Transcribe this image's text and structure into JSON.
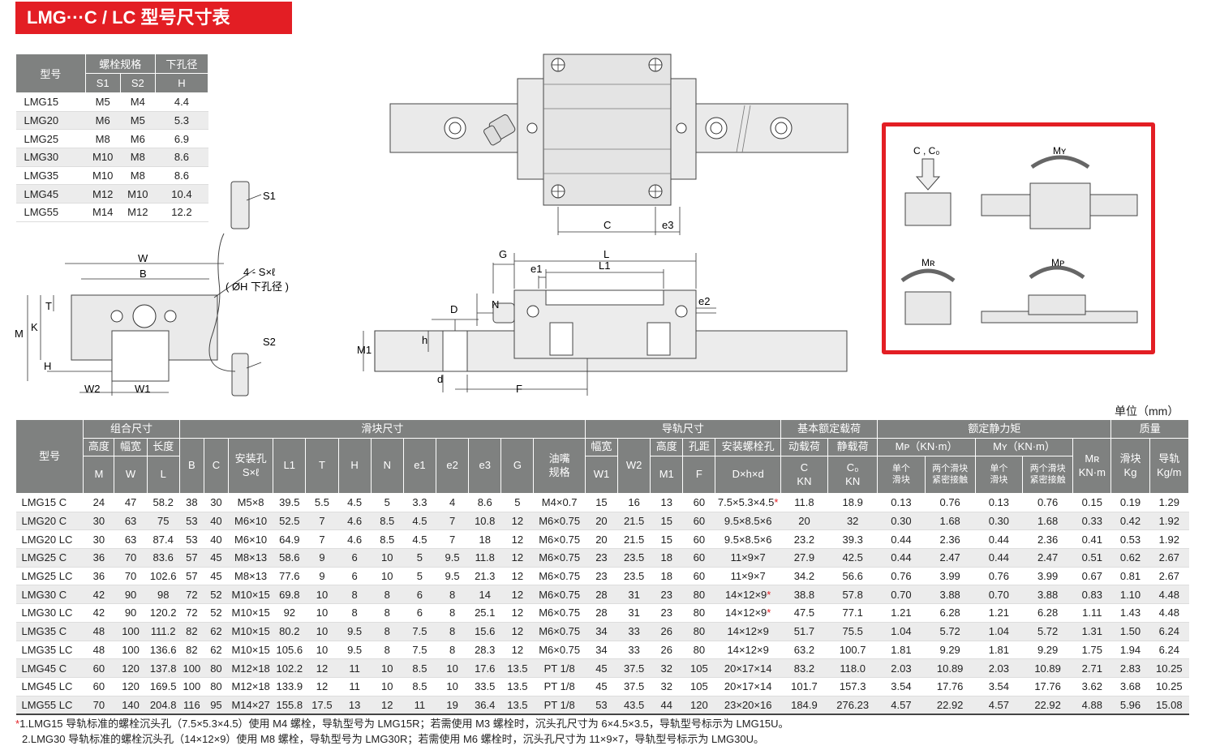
{
  "title": "LMG···C / LC 型号尺寸表",
  "bolt_table": {
    "headers": {
      "model": "型号",
      "bolt_spec": "螺栓规格",
      "hole": "下孔径",
      "s1": "S1",
      "s2": "S2",
      "h": "H"
    },
    "rows": [
      [
        "LMG15",
        "M5",
        "M4",
        "4.4"
      ],
      [
        "LMG20",
        "M6",
        "M5",
        "5.3"
      ],
      [
        "LMG25",
        "M8",
        "M6",
        "6.9"
      ],
      [
        "LMG30",
        "M10",
        "M8",
        "8.6"
      ],
      [
        "LMG35",
        "M10",
        "M8",
        "8.6"
      ],
      [
        "LMG45",
        "M12",
        "M10",
        "10.4"
      ],
      [
        "LMG55",
        "M14",
        "M12",
        "12.2"
      ]
    ]
  },
  "drawing_labels": {
    "top": {
      "c": "C",
      "e3": "e3"
    },
    "side": {
      "g": "G",
      "l": "L",
      "e1": "e1",
      "l1": "L1",
      "n": "N",
      "e2": "e2",
      "d_big": "D",
      "h_small": "h",
      "m1": "M1",
      "d_small": "d",
      "f": "F"
    },
    "end": {
      "w": "W",
      "b": "B",
      "t": "T",
      "m": "M",
      "k": "K",
      "h": "H",
      "w2": "W2",
      "w1": "W1",
      "s1": "S1",
      "s2": "S2",
      "bolt_note": "4 - S×ℓ",
      "hole_note": "( ØH 下孔径 )"
    }
  },
  "load_diagram": {
    "c": "C , C₀",
    "my": "Mʏ",
    "mr": "Mʀ",
    "mp": "Mᴘ"
  },
  "unit": "单位（mm）",
  "main_table": {
    "groups": {
      "model": "型号",
      "combo": "组合尺寸",
      "block": "滑块尺寸",
      "rail": "导轨尺寸",
      "load": "基本额定载荷",
      "moment": "额定静力矩",
      "mass": "质量"
    },
    "sub": {
      "height": "高度",
      "width": "幅宽",
      "length": "长度",
      "mount": "安装孔",
      "grease": "油嘴",
      "grease2": "规格",
      "rail_width": "幅宽",
      "rail_height": "高度",
      "pitch": "孔距",
      "rail_bolt": "安装螺栓孔",
      "dyn": "动载荷",
      "stat": "静载荷",
      "mp": "Mᴘ（KN·m）",
      "my": "Mʏ（KN·m）",
      "mr": "Mʀ",
      "block_mass": "滑块",
      "rail_mass": "导轨",
      "single": "单个",
      "slider": "滑块",
      "double": "两个滑块",
      "contact": "紧密接触",
      "mr_unit": "KN·m",
      "kg": "Kg",
      "kgm": "Kg/m",
      "kn": "KN"
    },
    "cols": {
      "M": "M",
      "W": "W",
      "L": "L",
      "B": "B",
      "C": "C",
      "S": "S×ℓ",
      "L1": "L1",
      "T": "T",
      "H": "H",
      "N": "N",
      "e1": "e1",
      "e2": "e2",
      "e3": "e3",
      "G": "G",
      "W1": "W1",
      "W2": "W2",
      "M1": "M1",
      "F": "F",
      "D": "D×h×d",
      "C_dyn": "C",
      "C0": "C₀"
    },
    "rows": [
      [
        "LMG15 C",
        "24",
        "47",
        "58.2",
        "38",
        "30",
        "M5×8",
        "39.5",
        "5.5",
        "4.5",
        "5",
        "3.3",
        "4",
        "8.6",
        "5",
        "M4×0.7",
        "15",
        "16",
        "13",
        "60",
        "7.5×5.3×4.5*",
        "11.8",
        "18.9",
        "0.13",
        "0.76",
        "0.13",
        "0.76",
        "0.15",
        "0.19",
        "1.29"
      ],
      [
        "LMG20 C",
        "30",
        "63",
        "75",
        "53",
        "40",
        "M6×10",
        "52.5",
        "7",
        "4.6",
        "8.5",
        "4.5",
        "7",
        "10.8",
        "12",
        "M6×0.75",
        "20",
        "21.5",
        "15",
        "60",
        "9.5×8.5×6",
        "20",
        "32",
        "0.30",
        "1.68",
        "0.30",
        "1.68",
        "0.33",
        "0.42",
        "1.92"
      ],
      [
        "LMG20 LC",
        "30",
        "63",
        "87.4",
        "53",
        "40",
        "M6×10",
        "64.9",
        "7",
        "4.6",
        "8.5",
        "4.5",
        "7",
        "18",
        "12",
        "M6×0.75",
        "20",
        "21.5",
        "15",
        "60",
        "9.5×8.5×6",
        "23.2",
        "39.3",
        "0.44",
        "2.36",
        "0.44",
        "2.36",
        "0.41",
        "0.53",
        "1.92"
      ],
      [
        "LMG25 C",
        "36",
        "70",
        "83.6",
        "57",
        "45",
        "M8×13",
        "58.6",
        "9",
        "6",
        "10",
        "5",
        "9.5",
        "11.8",
        "12",
        "M6×0.75",
        "23",
        "23.5",
        "18",
        "60",
        "11×9×7",
        "27.9",
        "42.5",
        "0.44",
        "2.47",
        "0.44",
        "2.47",
        "0.51",
        "0.62",
        "2.67"
      ],
      [
        "LMG25 LC",
        "36",
        "70",
        "102.6",
        "57",
        "45",
        "M8×13",
        "77.6",
        "9",
        "6",
        "10",
        "5",
        "9.5",
        "21.3",
        "12",
        "M6×0.75",
        "23",
        "23.5",
        "18",
        "60",
        "11×9×7",
        "34.2",
        "56.6",
        "0.76",
        "3.99",
        "0.76",
        "3.99",
        "0.67",
        "0.81",
        "2.67"
      ],
      [
        "LMG30 C",
        "42",
        "90",
        "98",
        "72",
        "52",
        "M10×15",
        "69.8",
        "10",
        "8",
        "8",
        "6",
        "8",
        "14",
        "12",
        "M6×0.75",
        "28",
        "31",
        "23",
        "80",
        "14×12×9*",
        "38.8",
        "57.8",
        "0.70",
        "3.88",
        "0.70",
        "3.88",
        "0.83",
        "1.10",
        "4.48"
      ],
      [
        "LMG30 LC",
        "42",
        "90",
        "120.2",
        "72",
        "52",
        "M10×15",
        "92",
        "10",
        "8",
        "8",
        "6",
        "8",
        "25.1",
        "12",
        "M6×0.75",
        "28",
        "31",
        "23",
        "80",
        "14×12×9*",
        "47.5",
        "77.1",
        "1.21",
        "6.28",
        "1.21",
        "6.28",
        "1.11",
        "1.43",
        "4.48"
      ],
      [
        "LMG35 C",
        "48",
        "100",
        "111.2",
        "82",
        "62",
        "M10×15",
        "80.2",
        "10",
        "9.5",
        "8",
        "7.5",
        "8",
        "15.6",
        "12",
        "M6×0.75",
        "34",
        "33",
        "26",
        "80",
        "14×12×9",
        "51.7",
        "75.5",
        "1.04",
        "5.72",
        "1.04",
        "5.72",
        "1.31",
        "1.50",
        "6.24"
      ],
      [
        "LMG35 LC",
        "48",
        "100",
        "136.6",
        "82",
        "62",
        "M10×15",
        "105.6",
        "10",
        "9.5",
        "8",
        "7.5",
        "8",
        "28.3",
        "12",
        "M6×0.75",
        "34",
        "33",
        "26",
        "80",
        "14×12×9",
        "63.2",
        "100.7",
        "1.81",
        "9.29",
        "1.81",
        "9.29",
        "1.75",
        "1.94",
        "6.24"
      ],
      [
        "LMG45 C",
        "60",
        "120",
        "137.8",
        "100",
        "80",
        "M12×18",
        "102.2",
        "12",
        "11",
        "10",
        "8.5",
        "10",
        "17.6",
        "13.5",
        "PT 1/8",
        "45",
        "37.5",
        "32",
        "105",
        "20×17×14",
        "83.2",
        "118.0",
        "2.03",
        "10.89",
        "2.03",
        "10.89",
        "2.71",
        "2.83",
        "10.25"
      ],
      [
        "LMG45 LC",
        "60",
        "120",
        "169.5",
        "100",
        "80",
        "M12×18",
        "133.9",
        "12",
        "11",
        "10",
        "8.5",
        "10",
        "33.5",
        "13.5",
        "PT 1/8",
        "45",
        "37.5",
        "32",
        "105",
        "20×17×14",
        "101.7",
        "157.3",
        "3.54",
        "17.76",
        "3.54",
        "17.76",
        "3.62",
        "3.68",
        "10.25"
      ],
      [
        "LMG55 LC",
        "70",
        "140",
        "204.8",
        "116",
        "95",
        "M14×27",
        "155.8",
        "17.5",
        "13",
        "12",
        "11",
        "19",
        "36.4",
        "13.5",
        "PT 1/8",
        "53",
        "43.5",
        "44",
        "120",
        "23×20×16",
        "184.9",
        "276.23",
        "4.57",
        "22.92",
        "4.57",
        "22.92",
        "4.88",
        "5.96",
        "15.08"
      ]
    ]
  },
  "notes": {
    "mark": "*",
    "n1": "1.LMG15 导轨标准的螺栓沉头孔（7.5×5.3×4.5）使用 M4 螺栓，导轨型号为 LMG15R；若需使用 M3 螺栓时，沉头孔尺寸为 6×4.5×3.5，导轨型号标示为 LMG15U。",
    "n2": "2.LMG30 导轨标准的螺栓沉头孔（14×12×9）使用 M8 螺栓，导轨型号为 LMG30R；若需使用 M6 螺栓时，沉头孔尺寸为 11×9×7，导轨型号标示为 LMG30U。"
  },
  "colors": {
    "accent": "#e31e24",
    "header_bg": "#7f8180",
    "row_alt": "#ececec",
    "part_fill": "#e8e8e8"
  }
}
